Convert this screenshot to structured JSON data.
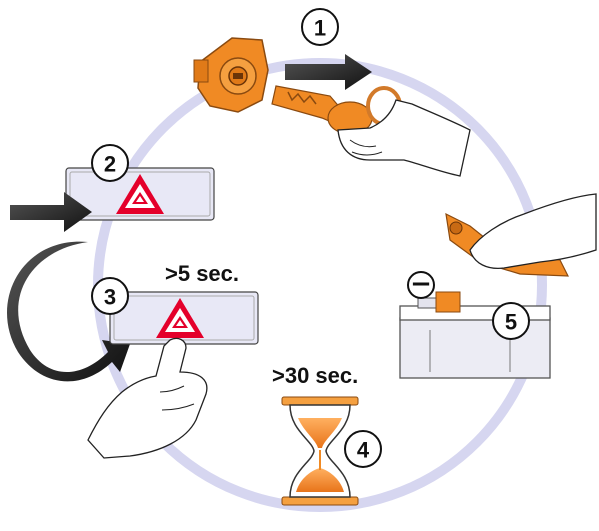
{
  "steps": [
    {
      "number": "1"
    },
    {
      "number": "2"
    },
    {
      "number": "3",
      "duration": ">5 sec."
    },
    {
      "number": "4",
      "duration": ">30 sec."
    },
    {
      "number": "5"
    }
  ],
  "battery": {
    "terminal": "−"
  },
  "icons": [
    "ignition-lock-icon",
    "key-icon",
    "hazard-warning-icon",
    "hourglass-icon",
    "battery-icon",
    "hand-icon",
    "arrow-icon"
  ],
  "colors": {
    "cycle_ring": "#d6d6f0",
    "accent_orange": "#f08a24",
    "hazard_red": "#e4002b",
    "panel_fill": "#e8e8f6"
  }
}
